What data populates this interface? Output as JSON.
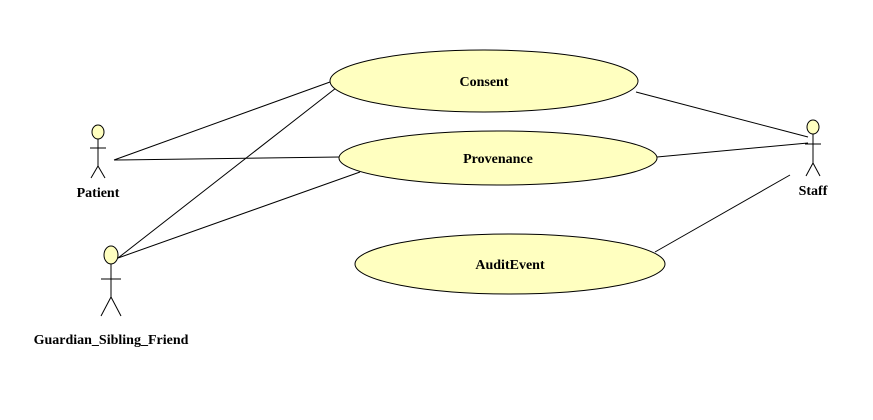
{
  "diagram": {
    "actors": [
      {
        "id": "patient",
        "label": "Patient"
      },
      {
        "id": "guardian",
        "label": "Guardian_Sibling_Friend"
      },
      {
        "id": "staff",
        "label": "Staff"
      }
    ],
    "use_cases": [
      {
        "id": "consent",
        "label": "Consent"
      },
      {
        "id": "provenance",
        "label": "Provenance"
      },
      {
        "id": "auditevent",
        "label": "AuditEvent"
      }
    ],
    "associations": [
      {
        "from": "patient",
        "to": "consent"
      },
      {
        "from": "patient",
        "to": "provenance"
      },
      {
        "from": "guardian",
        "to": "consent"
      },
      {
        "from": "guardian",
        "to": "provenance"
      },
      {
        "from": "staff",
        "to": "consent"
      },
      {
        "from": "staff",
        "to": "provenance"
      },
      {
        "from": "staff",
        "to": "auditevent"
      }
    ],
    "colors": {
      "fill": "#ffffc0",
      "stroke": "#000000",
      "background": "#ffffff"
    }
  }
}
